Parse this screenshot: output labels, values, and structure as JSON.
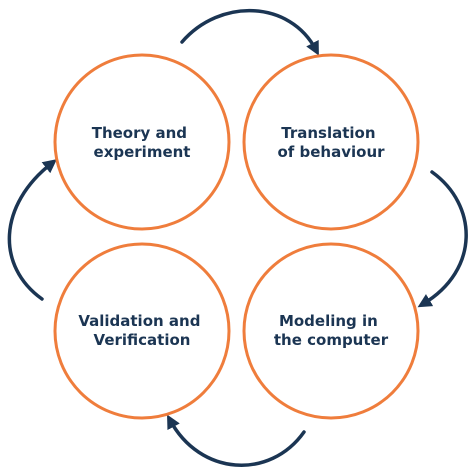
{
  "diagram": {
    "type": "cycle",
    "colors": {
      "circle_stroke": "#EF7D3C",
      "text": "#1B3553",
      "arrow": "#1B3553",
      "background": "#FFFFFF"
    },
    "nodes": [
      {
        "id": "top-left",
        "lines": [
          "Theory and",
          "experiment"
        ]
      },
      {
        "id": "top-right",
        "lines": [
          "Translation",
          "of behaviour"
        ]
      },
      {
        "id": "bottom-right",
        "lines": [
          "Modeling in",
          "the computer"
        ]
      },
      {
        "id": "bottom-left",
        "lines": [
          "Validation and",
          "Verification"
        ]
      }
    ],
    "flow_direction": "clockwise"
  }
}
